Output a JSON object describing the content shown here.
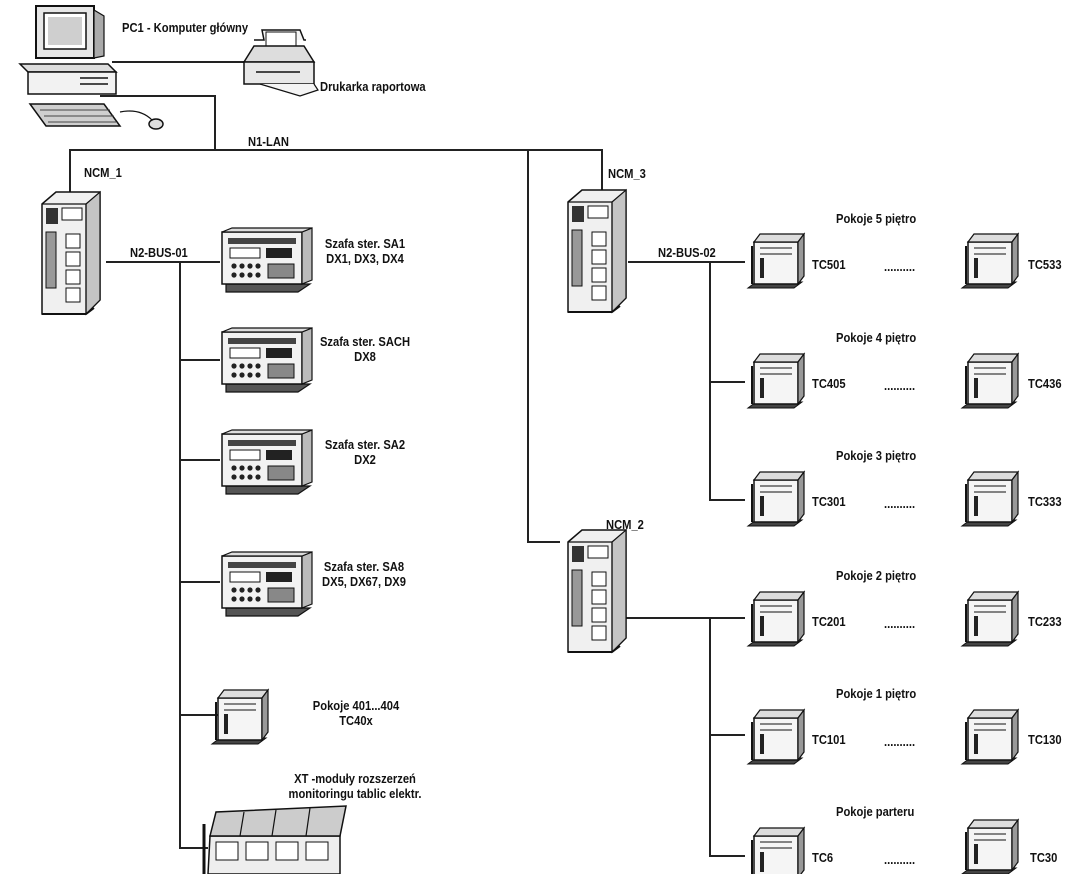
{
  "pc": {
    "label": "PC1 - Komputer główny"
  },
  "printer": {
    "label": "Drukarka raportowa"
  },
  "lan": {
    "label": "N1-LAN"
  },
  "ncm1": {
    "label": "NCM_1"
  },
  "ncm2": {
    "label": "NCM_2"
  },
  "ncm3": {
    "label": "NCM_3"
  },
  "bus1": {
    "label": "N2-BUS-01"
  },
  "bus2": {
    "label": "N2-BUS-02"
  },
  "cabinets": [
    {
      "line1": "Szafa ster. SA1",
      "line2": "DX1, DX3, DX4"
    },
    {
      "line1": "Szafa ster. SACH",
      "line2": "DX8"
    },
    {
      "line1": "Szafa ster. SA2",
      "line2": "DX2"
    },
    {
      "line1": "Szafa ster. SA8",
      "line2": "DX5, DX67, DX9"
    }
  ],
  "rooms_40x": {
    "line1": "Pokoje 401...404",
    "line2": "TC40x"
  },
  "xt": {
    "line1": "XT -moduły rozszerzeń",
    "line2": "monitoringu tablic elektr."
  },
  "floors": [
    {
      "title": "Pokoje 5 piętro",
      "first": "TC501",
      "dots": "..........",
      "last": "TC533"
    },
    {
      "title": "Pokoje 4 piętro",
      "first": "TC405",
      "dots": "..........",
      "last": "TC436"
    },
    {
      "title": "Pokoje 3 piętro",
      "first": "TC301",
      "dots": "..........",
      "last": "TC333"
    },
    {
      "title": "Pokoje 2 piętro",
      "first": "TC201",
      "dots": "..........",
      "last": "TC233"
    },
    {
      "title": "Pokoje 1 piętro",
      "first": "TC101",
      "dots": "..........",
      "last": "TC130"
    },
    {
      "title": "Pokoje parteru",
      "first": "TC6",
      "dots": "..........",
      "last": "TC30"
    }
  ]
}
